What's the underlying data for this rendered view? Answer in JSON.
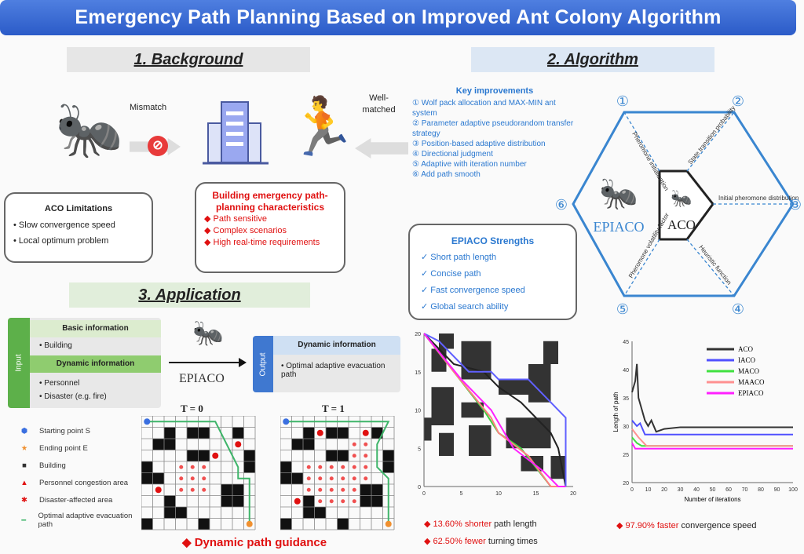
{
  "title": "Emergency Path Planning Based on Improved Ant Colony Algorithm",
  "sections": {
    "background": "1. Background",
    "algorithm": "2. Algorithm",
    "application": "3. Application"
  },
  "background": {
    "mismatch": "Mismatch",
    "well_matched": "Well-matched",
    "aco_limitations": {
      "title": "ACO Limitations",
      "items": [
        "Slow convergence speed",
        "Local optimum problem"
      ]
    },
    "building": {
      "title": "Building emergency path-planning characteristics",
      "items": [
        "Path sensitive",
        "Complex scenarios",
        "High real-time requirements"
      ]
    }
  },
  "algorithm": {
    "key_title": "Key improvements",
    "key_items": [
      "① Wolf pack allocation and MAX-MIN ant system",
      "② Parameter adaptive pseudorandom transfer strategy",
      "③ Position-based adaptive distribution",
      "④ Directional judgment",
      "⑤ Adaptive with iteration number",
      "⑥ Add path smooth"
    ],
    "strengths_title": "EPIACO Strengths",
    "strengths": [
      "Short path length",
      "Concise path",
      "Fast convergence speed",
      "Global search ability"
    ],
    "hex_numbers": [
      "①",
      "②",
      "③",
      "④",
      "⑤",
      "⑥"
    ],
    "hex_labels": [
      "Pheromone initialization",
      "State transition probability",
      "Initial pheromone distribution",
      "Heuristic function",
      "Pheromone volatility factor"
    ],
    "epiaco": "EPIACO",
    "aco": "ACO"
  },
  "application": {
    "input_label": "Input",
    "output_label": "Output",
    "basic_info": "Basic information",
    "basic_items": [
      "Building"
    ],
    "dynamic_info": "Dynamic information",
    "dynamic_items": [
      "Personnel",
      "Disaster (e.g. fire)"
    ],
    "algo": "EPIACO",
    "output_title": "Dynamic information",
    "output_items": [
      "Optimal adaptive evacuation path"
    ],
    "legend": [
      "Starting point S",
      "Ending point E",
      "Building",
      "Personnel congestion area",
      "Disaster-affected area",
      "Optimal adaptive evacuation path"
    ],
    "grids": [
      {
        "label": "T = 0"
      },
      {
        "label": "T = 1"
      }
    ],
    "footer": "Dynamic path guidance"
  },
  "results": {
    "path": [
      {
        "hl": "13.60% shorter",
        "rest": " path length"
      },
      {
        "hl": "62.50% fewer",
        "rest": " turning times"
      }
    ],
    "conv": {
      "hl": "97.90% faster",
      "rest": " convergence speed"
    }
  },
  "colors": {
    "accent": "#2b5bc8",
    "red": "#e01010",
    "green": "#3fb56a"
  },
  "chart_data": [
    {
      "type": "line",
      "title": "",
      "xlabel": "",
      "ylabel": "",
      "xlim": [
        0,
        20
      ],
      "ylim": [
        0,
        20
      ],
      "x_ticks": [
        "0",
        "5",
        "10",
        "15",
        "20"
      ],
      "y_ticks": [
        "0",
        "5",
        "10",
        "15",
        "20"
      ],
      "series": [
        {
          "name": "ACO",
          "color": "#222222",
          "points": [
            [
              0,
              20
            ],
            [
              4,
              16
            ],
            [
              8,
              15
            ],
            [
              10,
              13
            ],
            [
              13,
              11
            ],
            [
              15,
              9
            ],
            [
              17,
              7
            ],
            [
              18,
              5
            ],
            [
              19,
              0
            ]
          ]
        },
        {
          "name": "IACO",
          "color": "#6060ff",
          "points": [
            [
              0,
              20
            ],
            [
              2,
              19
            ],
            [
              6,
              15
            ],
            [
              9,
              15
            ],
            [
              10,
              14
            ],
            [
              14,
              14
            ],
            [
              19,
              9
            ],
            [
              19,
              0
            ]
          ]
        },
        {
          "name": "MACO",
          "color": "#40d040",
          "points": [
            [
              0,
              20
            ],
            [
              4,
              15
            ],
            [
              8,
              10
            ],
            [
              10,
              7
            ],
            [
              13,
              5
            ],
            [
              17,
              0
            ],
            [
              19,
              0
            ]
          ]
        },
        {
          "name": "MAACO",
          "color": "#ff8080",
          "points": [
            [
              0,
              20
            ],
            [
              4,
              15
            ],
            [
              9,
              9
            ],
            [
              10,
              7
            ],
            [
              14,
              4
            ],
            [
              17,
              0
            ],
            [
              18,
              0
            ]
          ]
        },
        {
          "name": "EPIACO",
          "color": "#ff20ff",
          "points": [
            [
              0,
              20
            ],
            [
              5,
              14
            ],
            [
              9,
              10
            ],
            [
              12,
              5
            ],
            [
              16,
              2
            ],
            [
              18,
              0
            ],
            [
              19,
              0
            ]
          ]
        }
      ]
    },
    {
      "type": "line",
      "title": "",
      "xlabel": "Number of iterations",
      "ylabel": "Length of path",
      "xlim": [
        0,
        100
      ],
      "ylim": [
        20,
        45
      ],
      "x_ticks": [
        "0",
        "10",
        "20",
        "30",
        "40",
        "50",
        "60",
        "70",
        "80",
        "90",
        "100"
      ],
      "y_ticks": [
        "20",
        "25",
        "30",
        "35",
        "40",
        "45"
      ],
      "legend": "top-right",
      "series": [
        {
          "name": "ACO",
          "color": "#333333",
          "points": [
            [
              0,
              36
            ],
            [
              2,
              38
            ],
            [
              3,
              41
            ],
            [
              4,
              35
            ],
            [
              6,
              33
            ],
            [
              8,
              31
            ],
            [
              10,
              30
            ],
            [
              12,
              31
            ],
            [
              15,
              29
            ],
            [
              20,
              29.5
            ],
            [
              30,
              29.8
            ],
            [
              100,
              29.8
            ]
          ]
        },
        {
          "name": "IACO",
          "color": "#5050ff",
          "points": [
            [
              0,
              31
            ],
            [
              3,
              30
            ],
            [
              5,
              30.5
            ],
            [
              8,
              28.5
            ],
            [
              100,
              28.5
            ]
          ]
        },
        {
          "name": "MACO",
          "color": "#40e040",
          "points": [
            [
              0,
              28
            ],
            [
              3,
              27
            ],
            [
              6,
              26.5
            ],
            [
              100,
              26.5
            ]
          ]
        },
        {
          "name": "MAACO",
          "color": "#ff9090",
          "points": [
            [
              0,
              29.5
            ],
            [
              4,
              28
            ],
            [
              9,
              26.5
            ],
            [
              100,
              26.5
            ]
          ]
        },
        {
          "name": "EPIACO",
          "color": "#ff20ff",
          "points": [
            [
              0,
              27
            ],
            [
              2,
              26
            ],
            [
              100,
              26
            ]
          ]
        }
      ]
    }
  ]
}
